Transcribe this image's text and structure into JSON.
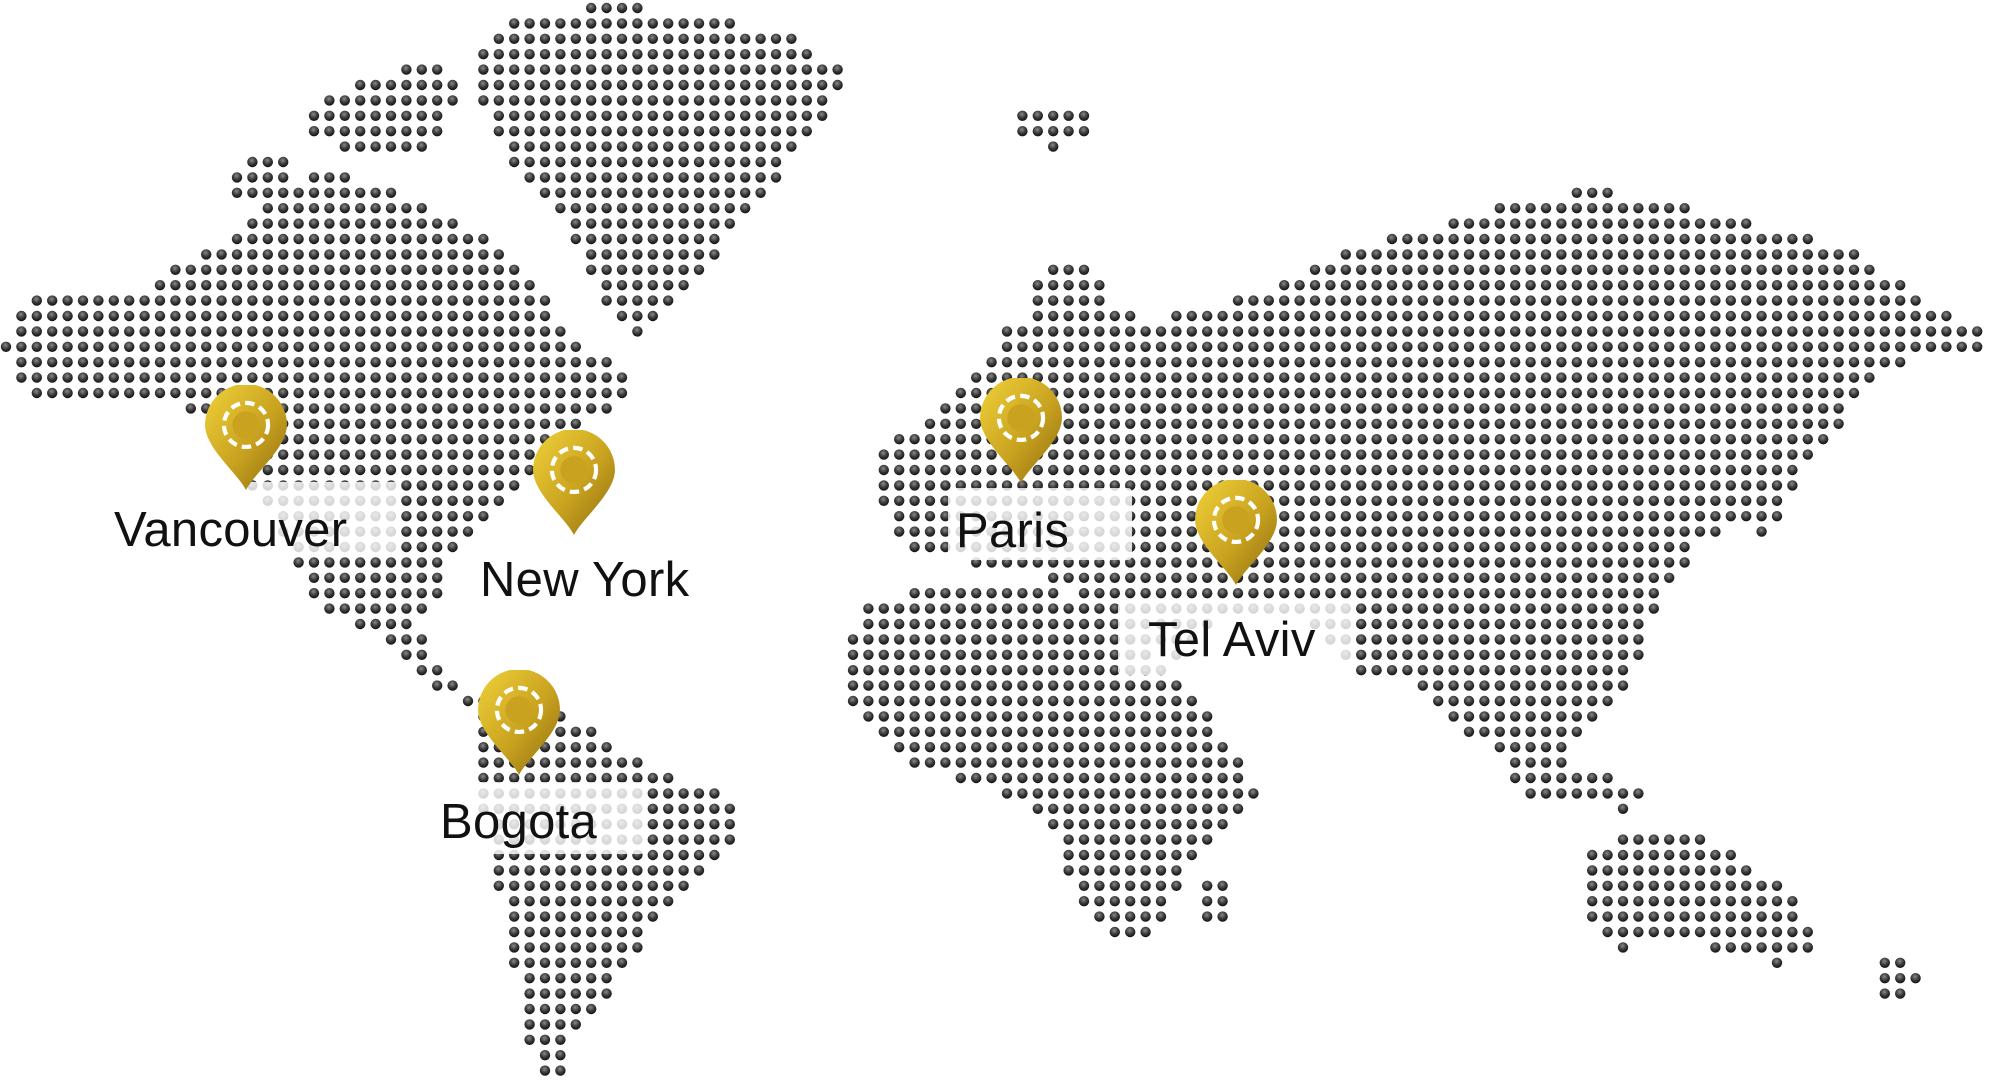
{
  "map": {
    "style": "dot-matrix world map",
    "colors": {
      "dot": "#3a3a3a",
      "dot_highlight": "#bcbcbc",
      "pin_light": "#e7c531",
      "pin_dark": "#9a7a12",
      "pin_ring": "#ffffff",
      "label_text": "#111111",
      "background": "#ffffff"
    },
    "locations": [
      {
        "name": "Vancouver",
        "pin_icon": "map-pin-icon"
      },
      {
        "name": "New York",
        "pin_icon": "map-pin-icon"
      },
      {
        "name": "Bogota",
        "pin_icon": "map-pin-icon"
      },
      {
        "name": "Paris",
        "pin_icon": "map-pin-icon"
      },
      {
        "name": "Tel Aviv",
        "pin_icon": "map-pin-icon"
      }
    ]
  }
}
